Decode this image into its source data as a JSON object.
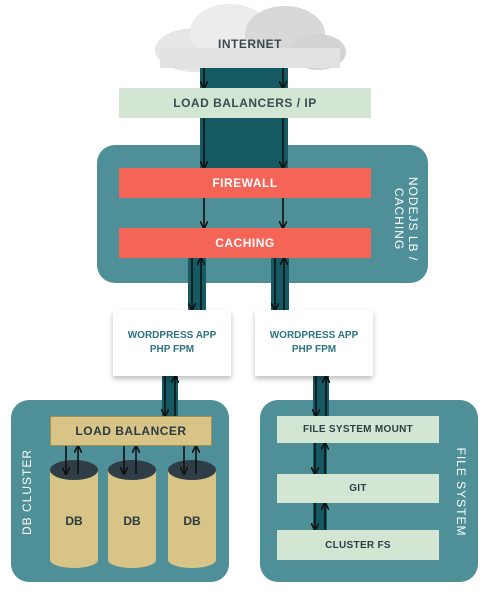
{
  "internet": {
    "label": "INTERNET"
  },
  "load_balancers": {
    "label": "LOAD BALANCERS / IP"
  },
  "nodejs_panel": {
    "label_line1": "NODEJS LB /",
    "label_line2": "CACHING"
  },
  "firewall": {
    "label": "FIREWALL"
  },
  "caching": {
    "label": "CACHING"
  },
  "apps": [
    {
      "line1": "WORDPRESS APP",
      "line2": "PHP FPM"
    },
    {
      "line1": "WORDPRESS APP",
      "line2": "PHP FPM"
    }
  ],
  "db_cluster": {
    "label": "DB CLUSTER",
    "load_balancer": "LOAD BALANCER",
    "dbs": [
      "DB",
      "DB",
      "DB"
    ]
  },
  "file_system": {
    "label": "FILE SYSTEM",
    "mount": "FILE SYSTEM MOUNT",
    "git": "GIT",
    "cluster_fs": "CLUSTER FS"
  },
  "colors": {
    "panel": "#4e8f98",
    "connector": "#155a63",
    "firewall": "#f46457",
    "light_green": "#d3e5d3",
    "db_gold": "#d8c487"
  }
}
